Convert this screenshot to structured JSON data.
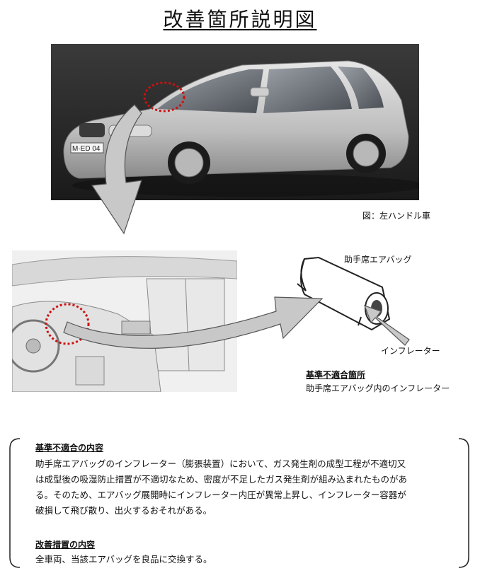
{
  "title": "改善箇所説明図",
  "car_photo": {
    "plate_text": "M·ED 04",
    "caption": "図：左ハンドル車"
  },
  "airbag": {
    "label": "助手席エアバッグ",
    "inflator_label": "インフレーター"
  },
  "defect_location": {
    "heading": "基準不適合箇所",
    "text": "助手席エアバッグ内のインフレーター"
  },
  "details": {
    "defect_heading": "基準不適合の内容",
    "defect_lines": [
      "助手席エアバッグのインフレーター（膨張装置）において、ガス発生剤の成型工程が不適切又",
      "は成型後の吸湿防止措置が不適切なため、密度が不足したガス発生剤が組み込まれたものがあ",
      "る。そのため、エアバッグ展開時にインフレーター内圧が異常上昇し、インフレーター容器が",
      "破損して飛び散り、出火するおそれがある。"
    ],
    "remedy_heading": "改善措置の内容",
    "remedy_text": "全車両、当該エアバッグを良品に交換する。"
  },
  "colors": {
    "highlight_circle": "#cc1111",
    "arrow_fill": "#c8c8c8",
    "arrow_stroke": "#555555"
  }
}
